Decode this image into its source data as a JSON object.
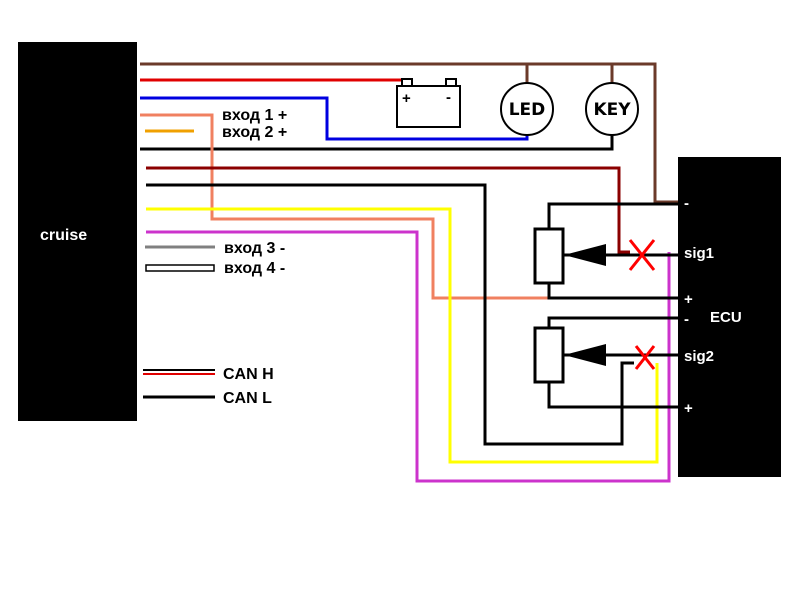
{
  "blocks": {
    "cruise_label": "cruise",
    "ecu_label": "ECU"
  },
  "devices": {
    "led_label": "LED",
    "key_label": "KEY",
    "battery_plus": "+",
    "battery_minus": "-"
  },
  "inputs": {
    "in1": "вход 1 +",
    "in2": "вход 2 +",
    "in3": "вход 3 -",
    "in4": "вход 4 -"
  },
  "can": {
    "h": "CAN H",
    "l": "CAN L"
  },
  "ecu_pins": {
    "minus1": "-",
    "sig1": "sig1",
    "plus1": "+",
    "minus2": "-",
    "sig2": "sig2",
    "plus2": "+"
  },
  "colors": {
    "brown": "#6b3a2a",
    "red": "#e00000",
    "blue": "#0000e0",
    "salmon": "#f08060",
    "orange": "#f0a000",
    "dark_red": "#8b0000",
    "yellow": "#ffff00",
    "magenta": "#cc33cc",
    "gray": "#808080",
    "cut_mark": "#ff0000",
    "block": "#000000"
  }
}
